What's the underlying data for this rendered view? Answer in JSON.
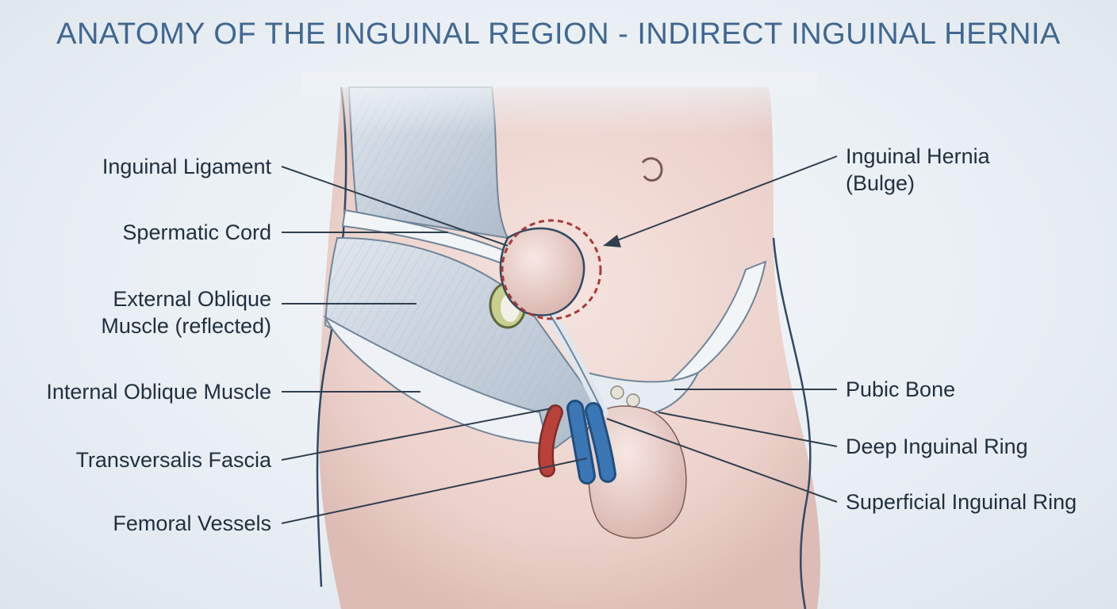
{
  "title": "ANATOMY OF THE INGUINAL REGION - INDIRECT INGUINAL HERNIA",
  "labels_left": [
    {
      "id": "inguinal-ligament",
      "lines": [
        "Inguinal Ligament"
      ]
    },
    {
      "id": "spermatic-cord",
      "lines": [
        "Spermatic Cord"
      ]
    },
    {
      "id": "external-oblique",
      "lines": [
        "External Oblique",
        "Muscle (reflected)"
      ]
    },
    {
      "id": "internal-oblique",
      "lines": [
        "Internal Oblique Muscle"
      ]
    },
    {
      "id": "transversalis-fascia",
      "lines": [
        "Transversalis Fascia"
      ]
    },
    {
      "id": "femoral-vessels",
      "lines": [
        "Femoral Vessels"
      ]
    }
  ],
  "labels_right": [
    {
      "id": "inguinal-hernia",
      "lines": [
        "Inguinal Hernia",
        "(Bulge)"
      ]
    },
    {
      "id": "pubic-bone",
      "lines": [
        "Pubic Bone"
      ]
    },
    {
      "id": "deep-inguinal-ring",
      "lines": [
        "Deep Inguinal Ring"
      ]
    },
    {
      "id": "superficial-inguinal-ring",
      "lines": [
        "Superficial Inguinal Ring"
      ]
    }
  ],
  "colors": {
    "title": "#3f6791",
    "skin": "#efd6d0",
    "muscle": "#c9d3de",
    "artery": "#b8413a",
    "vein": "#3b77b5",
    "hernia_outline": "#a83a36"
  }
}
